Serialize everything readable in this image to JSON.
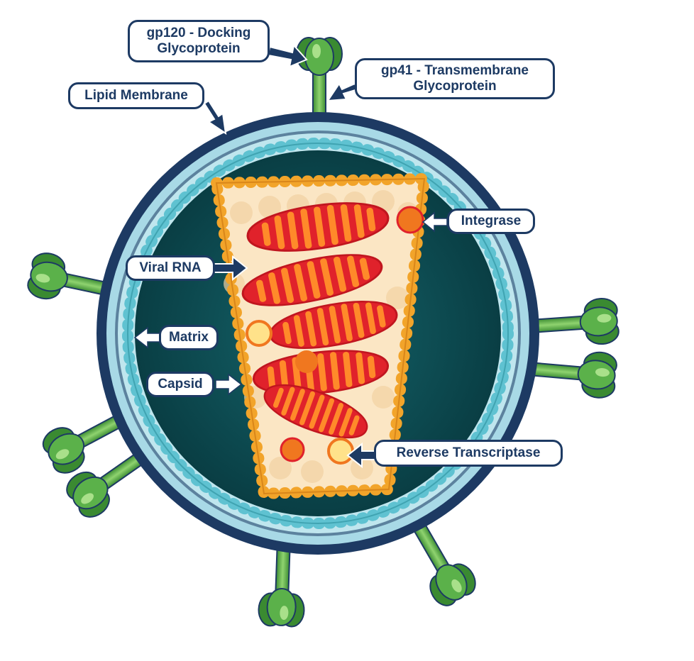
{
  "labels": {
    "gp120": [
      "gp120 - Docking",
      "Glycoprotein"
    ],
    "gp41": [
      "gp41 - Transmembrane",
      "Glycoprotein"
    ],
    "lipid_membrane": "Lipid Membrane",
    "integrase": "Integrase",
    "viral_rna": "Viral RNA",
    "matrix": "Matrix",
    "capsid": "Capsid",
    "reverse_transcriptase": "Reverse Transcriptase"
  },
  "colors": {
    "outline": "#1d3a63",
    "membrane": "#a8d9e6",
    "matrix_beads": "#5fc2d1",
    "interior": "#0c4f55",
    "capsid_fill": "#fbe6c4",
    "capsid_beads": "#f2a42a",
    "rna_red": "#e0222b",
    "rna_orange": "#ff7f23",
    "glycoprotein_green": "#4a9e3d",
    "enzyme_orange": "#f0771f",
    "enzyme_yellow": "#ffe28a"
  }
}
